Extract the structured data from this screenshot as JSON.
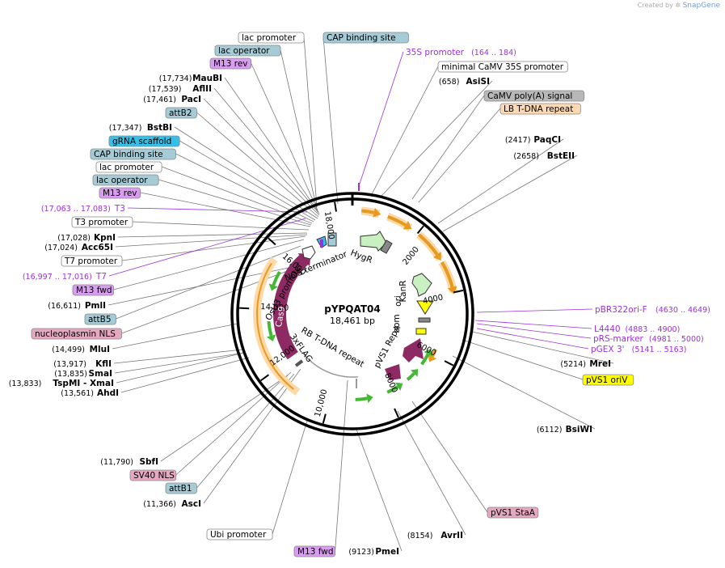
{
  "credit": {
    "prefix": "Created by",
    "brand": "SnapGene"
  },
  "plasmid": {
    "name": "pYPQAT04",
    "size": "18,461 bp"
  },
  "colors": {
    "feature_box_blue": "#a4cbd6",
    "feature_box_purple": "#d99cf0",
    "feature_box_pink": "#e6a8c0",
    "feature_box_yellow": "#ffff00",
    "feature_box_gray": "#b8b8b8",
    "feature_box_peach": "#ffd9b3",
    "feature_box_cyan": "#33c0e8",
    "primer_violet": "#9b30d9",
    "cas9": "#8e2a63",
    "orange_arrow": "#e69a1f",
    "green_arrow": "#44b833"
  },
  "ticks": [
    "2000",
    "4000",
    "6000",
    "8000",
    "10,000",
    "12,000",
    "14,000",
    "16,000",
    "18,000"
  ],
  "inner_labels": [
    "HygR",
    "NOS terminator",
    "OsU3 promoter",
    "Cas9",
    "3xFLAG",
    "RB T-DNA repeat",
    "pVS1 RepA",
    "bom",
    "ori",
    "KanR"
  ],
  "labels": [
    {
      "id": "lac-promoter-1",
      "text": "lac promoter",
      "type": "box",
      "color": "white"
    },
    {
      "id": "cap-binding-site-1",
      "text": "CAP binding site",
      "type": "box",
      "color": "blue"
    },
    {
      "id": "lac-operator-1",
      "text": "lac operator",
      "type": "box",
      "color": "blue"
    },
    {
      "id": "m13-rev-1",
      "text": "M13 rev",
      "type": "box",
      "color": "purple"
    },
    {
      "id": "maubi",
      "text": "MauBI",
      "pos": "(17,734)",
      "type": "enzyme"
    },
    {
      "id": "aflii",
      "text": "AflII",
      "pos": "(17,539)",
      "type": "enzyme"
    },
    {
      "id": "paci",
      "text": "PacI",
      "pos": "(17,461)",
      "type": "enzyme"
    },
    {
      "id": "attb2",
      "text": "attB2",
      "type": "box",
      "color": "blue"
    },
    {
      "id": "bstbi",
      "text": "BstBI",
      "pos": "(17,347)",
      "type": "enzyme"
    },
    {
      "id": "grna-scaffold",
      "text": "gRNA scaffold",
      "type": "box",
      "color": "cyan"
    },
    {
      "id": "cap-binding-site-2",
      "text": "CAP binding site",
      "type": "box",
      "color": "blue"
    },
    {
      "id": "lac-promoter-2",
      "text": "lac promoter",
      "type": "box",
      "color": "white"
    },
    {
      "id": "lac-operator-2",
      "text": "lac operator",
      "type": "box",
      "color": "blue"
    },
    {
      "id": "m13-rev-2",
      "text": "M13 rev",
      "type": "box",
      "color": "purple"
    },
    {
      "id": "t3-primer",
      "text": "T3",
      "pos": "(17,063 .. 17,083)",
      "type": "primer"
    },
    {
      "id": "t3-promoter",
      "text": "T3 promoter",
      "type": "box",
      "color": "white"
    },
    {
      "id": "kpni",
      "text": "KpnI",
      "pos": "(17,028)",
      "type": "enzyme"
    },
    {
      "id": "acc65i",
      "text": "Acc65I",
      "pos": "(17,024)",
      "type": "enzyme"
    },
    {
      "id": "t7-promoter",
      "text": "T7 promoter",
      "type": "box",
      "color": "white"
    },
    {
      "id": "t7-primer",
      "text": "T7",
      "pos": "(16,997 .. 17,016)",
      "type": "primer"
    },
    {
      "id": "m13-fwd-1",
      "text": "M13 fwd",
      "type": "box",
      "color": "purple"
    },
    {
      "id": "pmlii",
      "text": "PmlI",
      "pos": "(16,611)",
      "type": "enzyme"
    },
    {
      "id": "attb5",
      "text": "attB5",
      "type": "box",
      "color": "blue"
    },
    {
      "id": "nucleoplasmin-nls",
      "text": "nucleoplasmin NLS",
      "type": "box",
      "color": "pink"
    },
    {
      "id": "mlui",
      "text": "MluI",
      "pos": "(14,499)",
      "type": "enzyme"
    },
    {
      "id": "kfli",
      "text": "KflI",
      "pos": "(13,917)",
      "type": "enzyme"
    },
    {
      "id": "smai",
      "text": "SmaI",
      "pos": "(13,835)",
      "type": "enzyme"
    },
    {
      "id": "tspmi-xmai",
      "text": "TspMI  - XmaI",
      "pos": "(13,833)",
      "type": "enzyme"
    },
    {
      "id": "ahdi",
      "text": "AhdI",
      "pos": "(13,561)",
      "type": "enzyme"
    },
    {
      "id": "sbfi",
      "text": "SbfI",
      "pos": "(11,790)",
      "type": "enzyme"
    },
    {
      "id": "sv40-nls",
      "text": "SV40 NLS",
      "type": "box",
      "color": "pink"
    },
    {
      "id": "attb1",
      "text": "attB1",
      "type": "box",
      "color": "blue"
    },
    {
      "id": "asci",
      "text": "AscI",
      "pos": "(11,366)",
      "type": "enzyme"
    },
    {
      "id": "ubi-promoter",
      "text": "Ubi promoter",
      "type": "box",
      "color": "white"
    },
    {
      "id": "m13-fwd-2",
      "text": "M13 fwd",
      "type": "box",
      "color": "purple"
    },
    {
      "id": "pmei",
      "text": "PmeI",
      "pos": "(9123)",
      "type": "enzyme"
    },
    {
      "id": "avrii",
      "text": "AvrII",
      "pos": "(8154)",
      "type": "enzyme"
    },
    {
      "id": "pvs1-staa",
      "text": "pVS1 StaA",
      "type": "box",
      "color": "pink"
    },
    {
      "id": "bsiwi",
      "text": "BsiWI",
      "pos": "(6112)",
      "type": "enzyme"
    },
    {
      "id": "pvs1-oriv",
      "text": "pVS1 oriV",
      "type": "box",
      "color": "yellow"
    },
    {
      "id": "mrei",
      "text": "MreI",
      "pos": "(5214)",
      "type": "enzyme"
    },
    {
      "id": "pgex3",
      "text": "pGEX 3'",
      "pos": "(5141 .. 5163)",
      "type": "primer"
    },
    {
      "id": "prs-marker",
      "text": "pRS-marker",
      "pos": "(4981 .. 5000)",
      "type": "primer"
    },
    {
      "id": "l4440",
      "text": "L4440",
      "pos": "(4883 .. 4900)",
      "type": "primer"
    },
    {
      "id": "pbr322ori-f",
      "text": "pBR322ori-F",
      "pos": "(4630 .. 4649)",
      "type": "primer"
    },
    {
      "id": "bsteii",
      "text": "BstEII",
      "pos": "(2658)",
      "type": "enzyme"
    },
    {
      "id": "paqci",
      "text": "PaqCI",
      "pos": "(2417)",
      "type": "enzyme"
    },
    {
      "id": "lb-tdna-repeat",
      "text": "LB T-DNA repeat",
      "type": "box",
      "color": "peach"
    },
    {
      "id": "camv-polya",
      "text": "CaMV poly(A) signal",
      "type": "box",
      "color": "gray"
    },
    {
      "id": "asisi",
      "text": "AsiSI",
      "pos": "(658)",
      "type": "enzyme"
    },
    {
      "id": "minimal-camv-35s",
      "text": "minimal CaMV 35S promoter",
      "type": "box",
      "color": "white"
    },
    {
      "id": "35s-promoter",
      "text": "35S promoter",
      "pos": "(164 .. 184)",
      "type": "primer"
    }
  ]
}
